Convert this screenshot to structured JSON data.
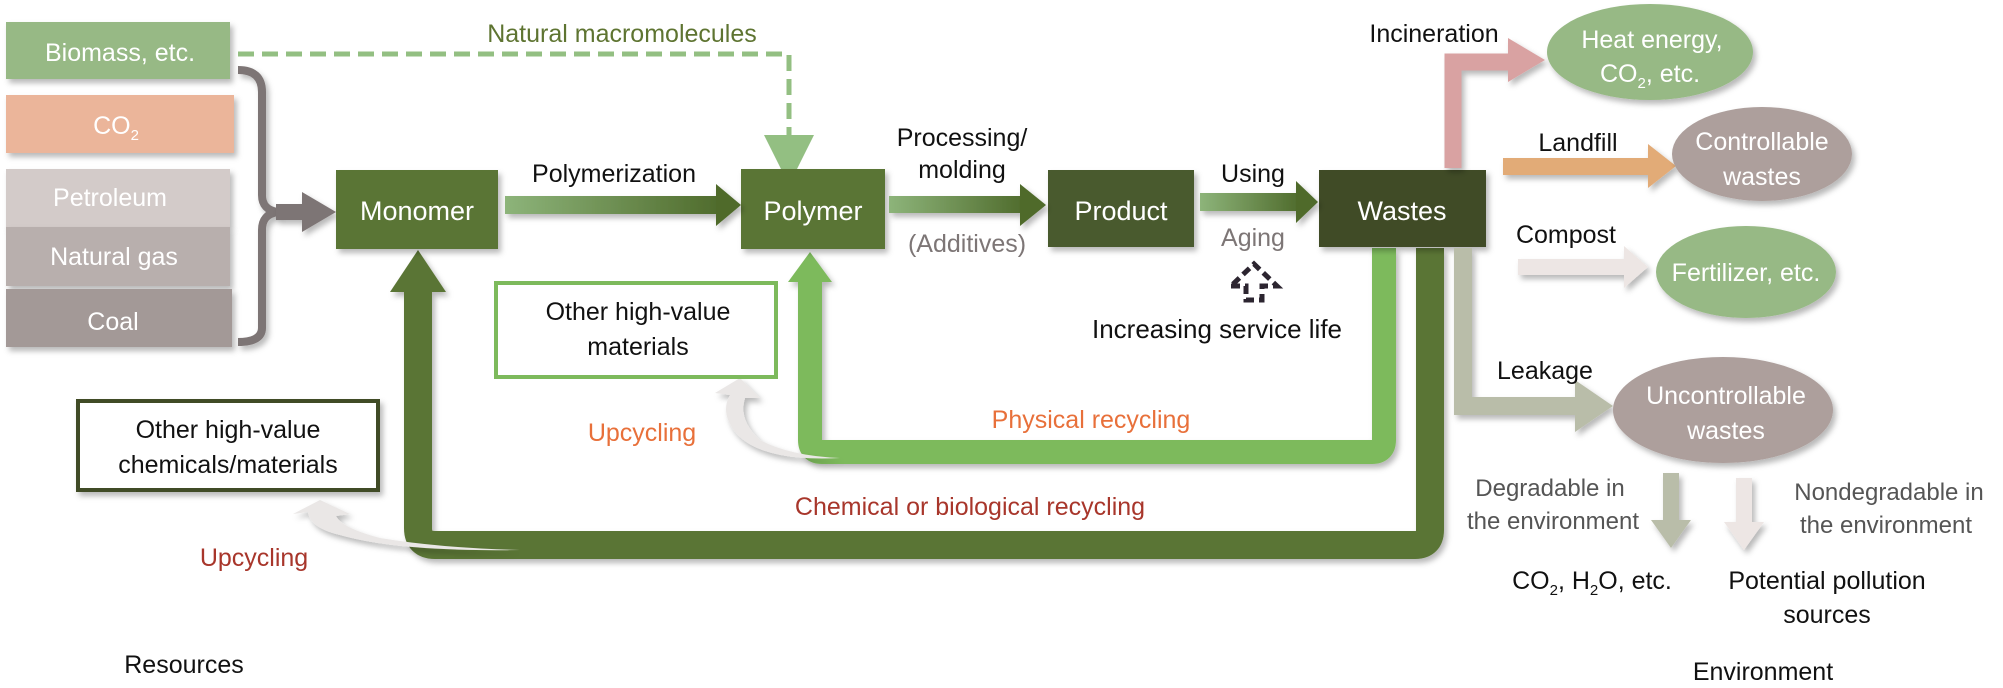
{
  "colors": {
    "dark_green": "#5a7434",
    "darker_green": "#4a5a2e",
    "darkest_green": "#3f4b27",
    "light_green": "#7dba5c",
    "pale_green": "#97b985",
    "dashed_green": "#93bf82",
    "co2_orange": "#ebb59a",
    "petroleum": "#d3cbc9",
    "natural_gas": "#b8afad",
    "coal": "#a39997",
    "bracket_gray": "#7d7474",
    "incineration_pink": "#d9a2a2",
    "landfill_orange": "#e2ab77",
    "compost_pale": "#ede6e4",
    "leakage_gray": "#b9bda9",
    "waste_mauve": "#ad9f9c",
    "orange_text": "#e8703a",
    "red_text": "#a8362b",
    "gray_text": "#7d7676",
    "green_text": "#5e7431"
  },
  "resources": {
    "section_label": "Resources",
    "items": [
      {
        "label": "Biomass, etc.",
        "kind": "biomass"
      },
      {
        "label": "CO",
        "sub": "2",
        "kind": "co2"
      },
      {
        "label": "Petroleum",
        "kind": "petroleum"
      },
      {
        "label": "Natural gas",
        "kind": "natural_gas"
      },
      {
        "label": "Coal",
        "kind": "coal"
      }
    ]
  },
  "flow": {
    "natural_macromolecules": "Natural macromolecules",
    "nodes": {
      "monomer": "Monomer",
      "polymer": "Polymer",
      "product": "Product",
      "wastes": "Wastes"
    },
    "edges": {
      "polymerization": "Polymerization",
      "processing_line1": "Processing/",
      "processing_line2": "molding",
      "additives": "(Additives)",
      "using": "Using",
      "aging": "Aging",
      "increasing_service_life": "Increasing service life"
    },
    "recycling": {
      "physical": "Physical recycling",
      "chemical": "Chemical or biological recycling",
      "upcycling_physical": "Upcycling",
      "upcycling_chemical": "Upcycling",
      "other_materials_line1": "Other high-value",
      "other_materials_line2": "materials",
      "other_chemicals_line1": "Other high-value",
      "other_chemicals_line2": "chemicals/materials"
    }
  },
  "disposal": {
    "incineration": "Incineration",
    "landfill": "Landfill",
    "compost": "Compost",
    "leakage": "Leakage",
    "heat_line1": "Heat energy,",
    "heat_line2_pre": "CO",
    "heat_line2_sub": "2",
    "heat_line2_post": ", etc.",
    "controllable_line1": "Controllable",
    "controllable_line2": "wastes",
    "fertilizer": "Fertilizer, etc.",
    "uncontrollable_line1": "Uncontrollable",
    "uncontrollable_line2": "wastes"
  },
  "environment": {
    "section_label": "Environment",
    "degradable_line1": "Degradable in",
    "degradable_line2": "the environment",
    "nondegradable_line1": "Nondegradable in",
    "nondegradable_line2": "the environment",
    "degradable_result": {
      "a": "CO",
      "a_sub": "2",
      "b": ", H",
      "b_sub": "2",
      "c": "O, etc."
    },
    "nondegradable_result_line1": "Potential pollution",
    "nondegradable_result_line2": "sources"
  },
  "icons": {
    "recycle_arrow": "dashed-up-arrow-icon"
  }
}
